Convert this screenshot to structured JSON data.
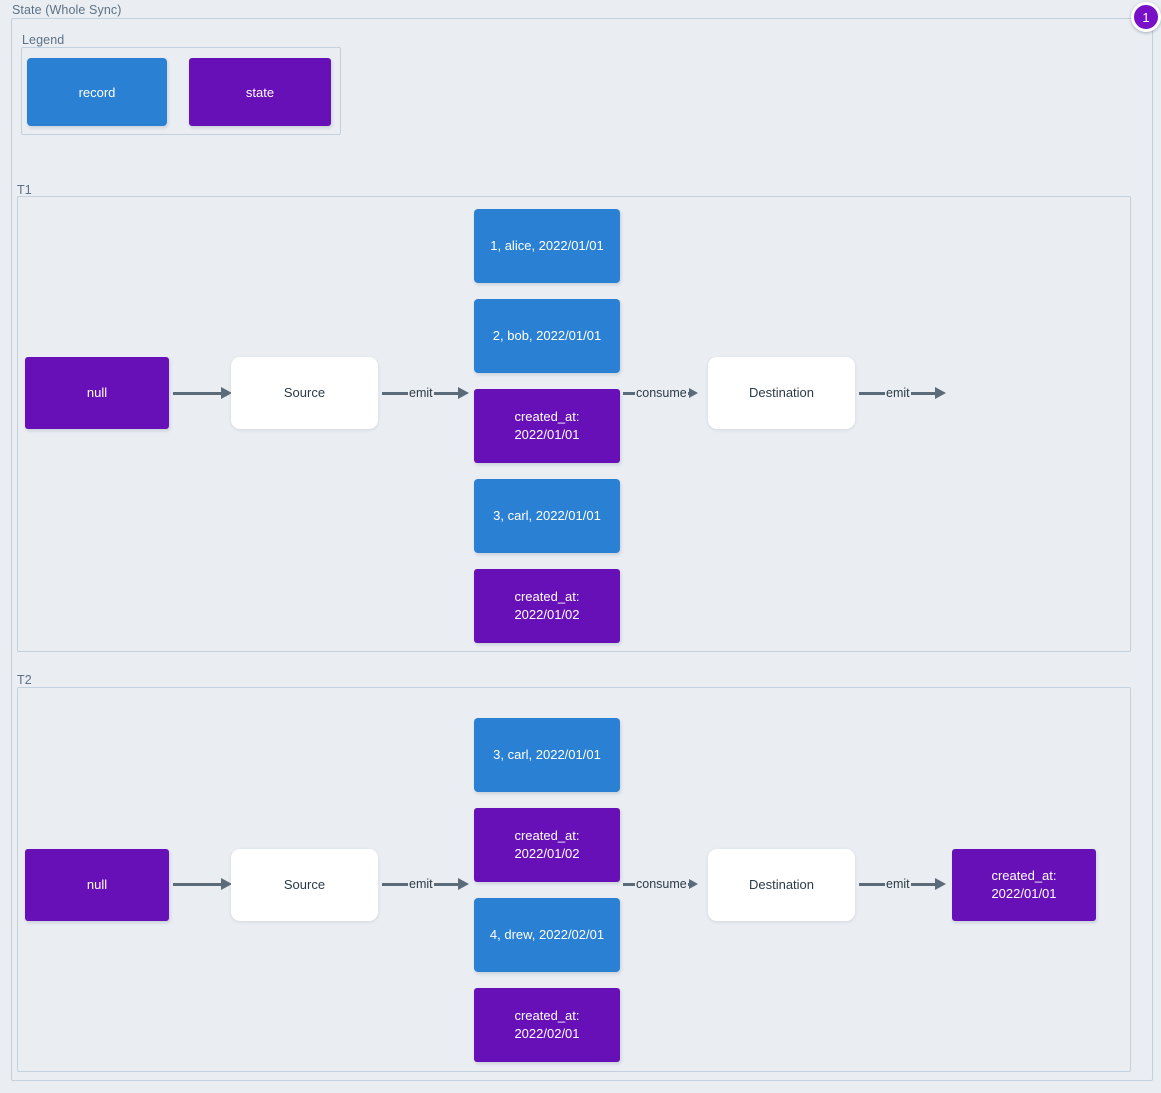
{
  "page": {
    "title": "State (Whole Sync)",
    "badge": "1",
    "colors": {
      "record": "#2a80d2",
      "state": "#6810b8",
      "background": "#eaeef3",
      "border": "#c3d0dd",
      "edge": "#5b6b7a",
      "badge": "#7810c8"
    }
  },
  "legend": {
    "title": "Legend",
    "items": [
      {
        "label": "record",
        "kind": "record"
      },
      {
        "label": "state",
        "kind": "state"
      }
    ]
  },
  "sections": [
    {
      "title": "T1",
      "initial_state": "null",
      "source": "Source",
      "destination": "Destination",
      "edges": {
        "state_to_source": "",
        "source_emit": "emit",
        "consume": "consume",
        "destination_emit": "emit"
      },
      "stream": [
        {
          "kind": "record",
          "label": "1, alice, 2022/01/01"
        },
        {
          "kind": "record",
          "label": "2, bob, 2022/01/01"
        },
        {
          "kind": "state",
          "label": "created_at:\n2022/01/01"
        },
        {
          "kind": "record",
          "label": "3, carl, 2022/01/01"
        },
        {
          "kind": "state",
          "label": "created_at:\n2022/01/02"
        }
      ],
      "final_state": null
    },
    {
      "title": "T2",
      "initial_state": "null",
      "source": "Source",
      "destination": "Destination",
      "edges": {
        "state_to_source": "",
        "source_emit": "emit",
        "consume": "consume",
        "destination_emit": "emit"
      },
      "stream": [
        {
          "kind": "record",
          "label": "3, carl, 2022/01/01"
        },
        {
          "kind": "state",
          "label": "created_at:\n2022/01/02"
        },
        {
          "kind": "record",
          "label": "4, drew, 2022/02/01"
        },
        {
          "kind": "state",
          "label": "created_at:\n2022/02/01"
        }
      ],
      "final_state": "created_at:\n2022/01/01"
    }
  ]
}
